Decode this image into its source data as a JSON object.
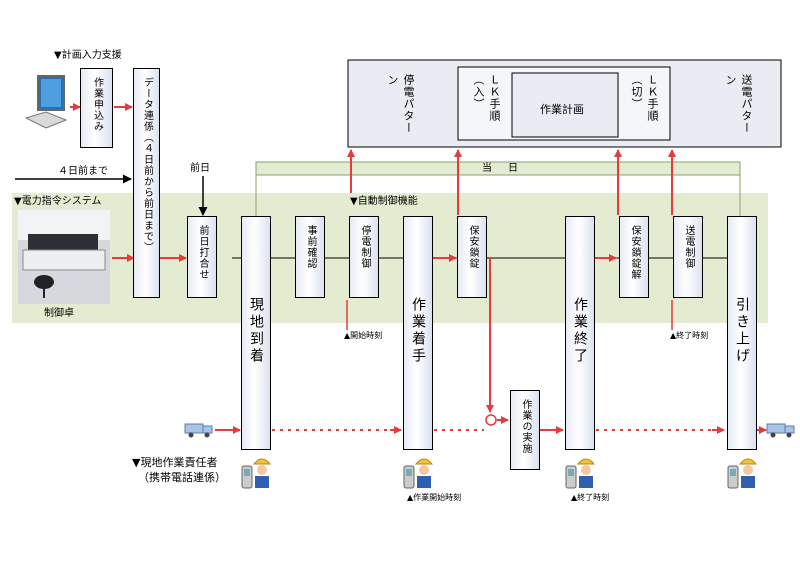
{
  "planning": {
    "title": "▼計画入力支援",
    "application_box": "作業申込み",
    "data_link_box": "データ連係（４日前から前日まで）",
    "four_days_before": "４日前まで"
  },
  "power_command": {
    "title": "▼電力指令システム",
    "control_desk_caption": "制御卓",
    "day_before_label": "前日",
    "day_before_meeting": "前日打合せ",
    "pre_confirmation": "事前確認"
  },
  "auto_control": {
    "title": "▼自動制御機能",
    "outage_control": "停電制御",
    "safety_lock": "保安鎖錠",
    "safety_unlock": "保安鎖錠解",
    "power_restore_control": "送電制御",
    "start_time_label": "▲開始時刻",
    "end_time_label": "▲終了時刻"
  },
  "top_panel": {
    "outage_pattern": "停電パターン",
    "lk_in": "ＬＫ手順（入）",
    "work_plan": "作業計画",
    "lk_off": "ＬＫ手順（切）",
    "restore_pattern": "送電パターン"
  },
  "same_day_label": "当　日",
  "field": {
    "responsible_title": "▼現地作業責任者",
    "responsible_note": "（携帯電話連係）",
    "arrival": "現地到着",
    "work_start": "作業着手",
    "work_end": "作業終了",
    "withdraw": "引き上げ",
    "work_execution": "作業の実施",
    "work_start_time": "▲作業開始時刻",
    "end_time": "▲終了時刻"
  },
  "colors": {
    "arrow_red": "#e83a3a",
    "band_green": "#e3ecd1",
    "panel_fill": "#e9edf3"
  }
}
